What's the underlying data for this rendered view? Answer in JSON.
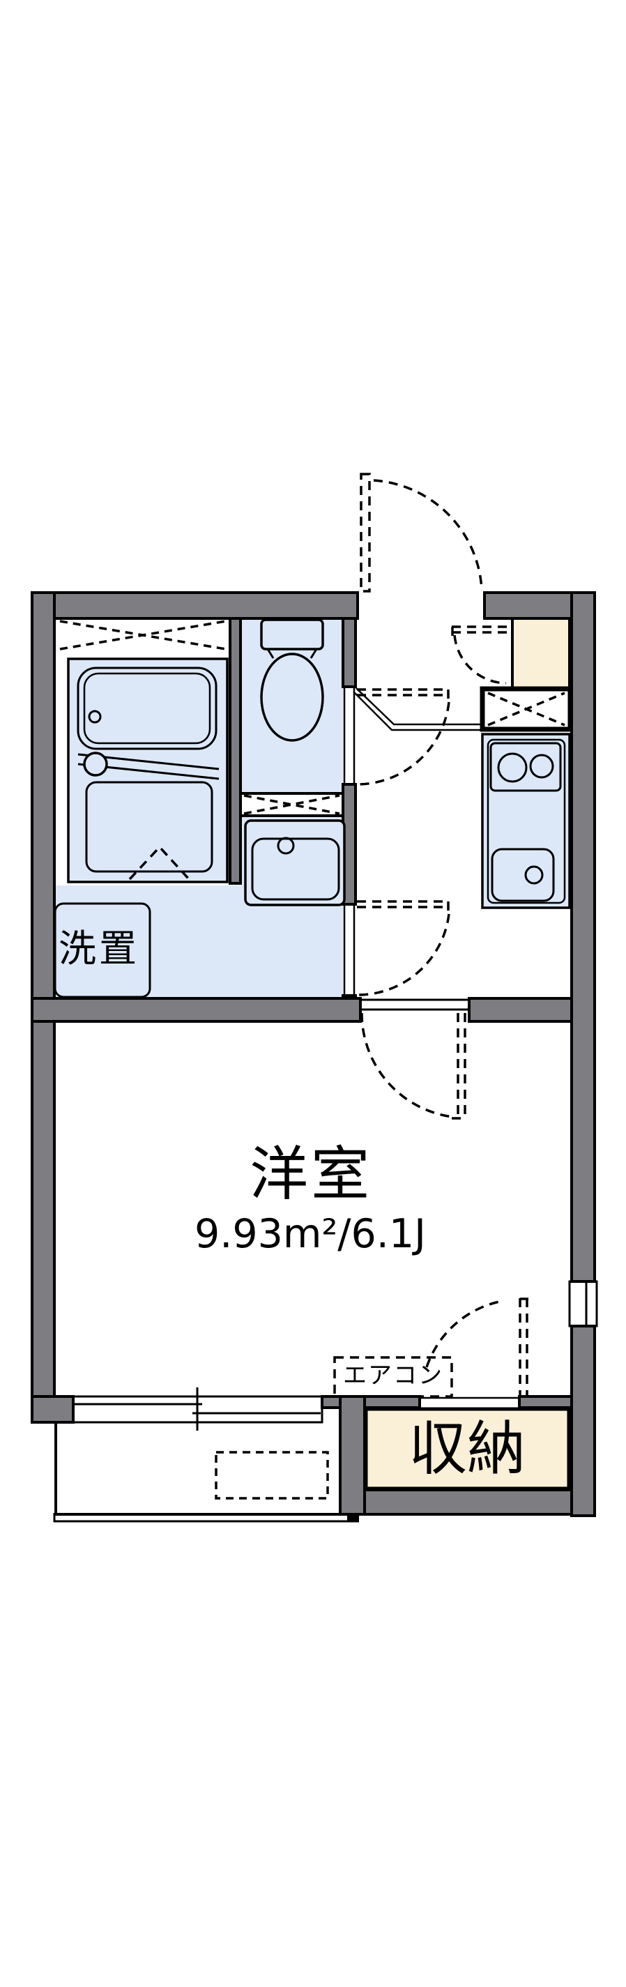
{
  "floorplan": {
    "rooms": {
      "main_room": {
        "name": "洋室",
        "area": "9.93m²/6.1J"
      },
      "closet": {
        "label": "収納"
      },
      "laundry": {
        "label": "洗置"
      },
      "aircon": {
        "label": "エアコン"
      }
    },
    "colors": {
      "wall": "#7d7d82",
      "blue": "#dce8f8",
      "cream": "#faf0d8",
      "line": "#000000",
      "bg": "#ffffff"
    }
  }
}
